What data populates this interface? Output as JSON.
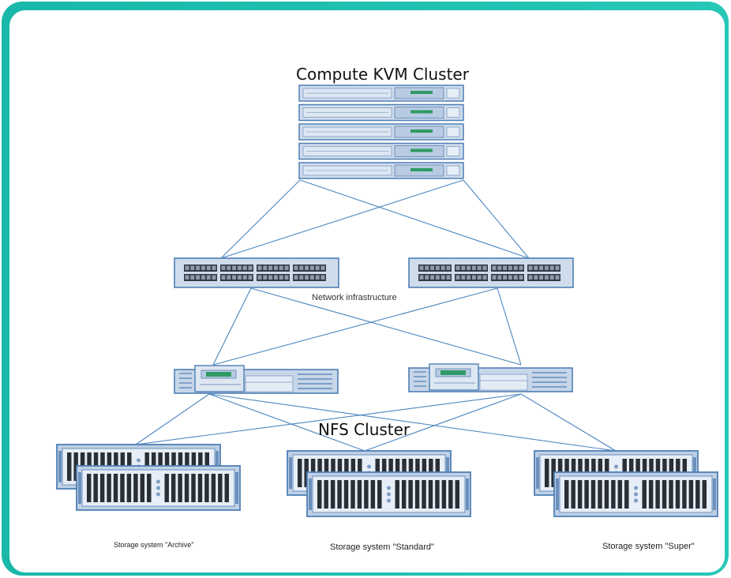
{
  "diagram": {
    "compute_title": "Compute KVM Cluster",
    "network_caption": "Network infrastructure",
    "nfs_title": "NFS Cluster",
    "storage": [
      {
        "label": "Storage system \"Archive\""
      },
      {
        "label": "Storage system \"Standard\""
      },
      {
        "label": "Storage system \"Super\""
      }
    ]
  },
  "colors": {
    "frame": "#1fbfb0",
    "link": "#4b86bf",
    "device_face": "#cfdceb",
    "device_border": "#4f7fb4"
  }
}
